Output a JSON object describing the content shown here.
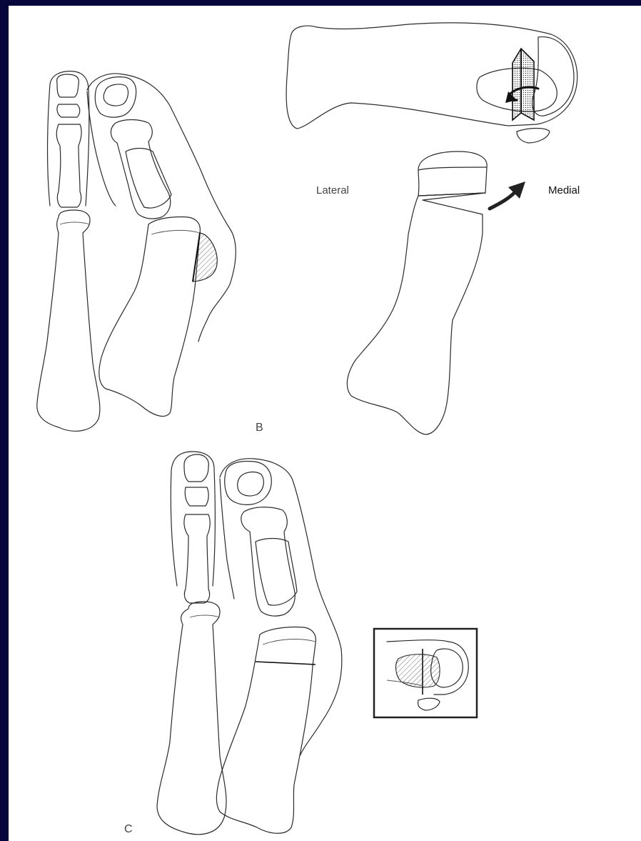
{
  "figure": {
    "panel_b_label": "B",
    "panel_c_label": "C",
    "lateral_label": "Lateral",
    "medial_label": "Medial"
  },
  "colors": {
    "background": "#06063a",
    "paper": "#ffffff",
    "line": "#2a2a2a"
  }
}
